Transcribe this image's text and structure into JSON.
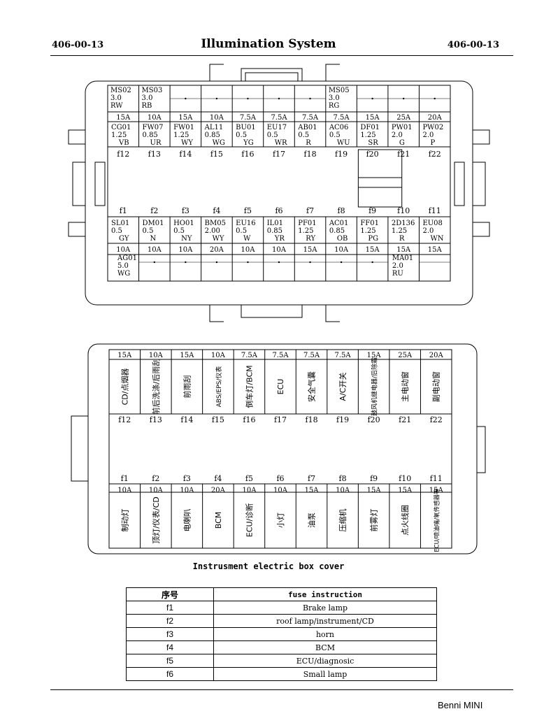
{
  "header": {
    "left_code": "406-00-13",
    "title": "Illumination System",
    "right_code": "406-00-13"
  },
  "diagram1": {
    "top_row_ratings": [
      "15A",
      "10A",
      "15A",
      "10A",
      "7.5A",
      "7.5A",
      "7.5A",
      "7.5A",
      "15A",
      "25A",
      "20A"
    ],
    "top_row_extra": [
      [
        "MS02",
        "3.0",
        "RW"
      ],
      [
        "MS03",
        "3.0",
        "RB"
      ],
      [],
      [],
      [],
      [],
      [],
      [
        "MS05",
        "3.0",
        "RG"
      ],
      [],
      [],
      []
    ],
    "top_wires": [
      [
        "CG01",
        "1.25",
        "VB"
      ],
      [
        "FW07",
        "0.85",
        "UR"
      ],
      [
        "FW01",
        "1.25",
        "WY"
      ],
      [
        "AL11",
        "0.85",
        "WG"
      ],
      [
        "BU01",
        "0.5",
        "YG"
      ],
      [
        "EU17",
        "0.5",
        "WR"
      ],
      [
        "AB01",
        "0.5",
        "R"
      ],
      [
        "AC06",
        "0.5",
        "WU"
      ],
      [
        "DF01",
        "1.25",
        "SR"
      ],
      [
        "PW01",
        "2.0",
        "G"
      ],
      [
        "PW02",
        "2.0",
        "P"
      ]
    ],
    "top_fuses": [
      "f12",
      "f13",
      "f14",
      "f15",
      "f16",
      "f17",
      "f18",
      "f19",
      "f20",
      "f21",
      "f22"
    ],
    "bottom_fuses": [
      "f1",
      "f2",
      "f3",
      "f4",
      "f5",
      "f6",
      "f7",
      "f8",
      "f9",
      "f10",
      "f11"
    ],
    "bottom_wires": [
      [
        "SL01",
        "0.5",
        "GY"
      ],
      [
        "DM01",
        "0.5",
        "N"
      ],
      [
        "HO01",
        "0.5",
        "NY"
      ],
      [
        "BM05",
        "2.00",
        "WY"
      ],
      [
        "EU16",
        "0.5",
        "W"
      ],
      [
        "IL01",
        "0.85",
        "YR"
      ],
      [
        "PF01",
        "1.25",
        "RY"
      ],
      [
        "AC01",
        "0.85",
        "OB"
      ],
      [
        "FF01",
        "1.25",
        "PG"
      ],
      [
        "2D136",
        "1.25",
        "R"
      ],
      [
        "EU08",
        "2.0",
        "WN"
      ]
    ],
    "bottom_row_ratings": [
      "10A",
      "10A",
      "10A",
      "20A",
      "10A",
      "10A",
      "15A",
      "10A",
      "15A",
      "15A",
      "15A"
    ],
    "bottom_extra_left": [
      "AG01",
      "5.0",
      "WG"
    ],
    "bottom_extra_right": [
      "MA01",
      "2.0",
      "RU"
    ]
  },
  "diagram2": {
    "top_ratings": [
      "15A",
      "10A",
      "15A",
      "10A",
      "7.5A",
      "7.5A",
      "7.5A",
      "7.5A",
      "15A",
      "25A",
      "20A"
    ],
    "top_labels": [
      "CD/点烟器",
      "前后洗涤/后雨刮",
      "前雨刮",
      "ABS/EPS/仪表",
      "倒车灯/BCM",
      "ECU",
      "安全气囊",
      "A/C开关",
      "鼓风机继电器/后除霜",
      "主电动窗",
      "副电动窗"
    ],
    "top_fuses": [
      "f12",
      "f13",
      "f14",
      "f15",
      "f16",
      "f17",
      "f18",
      "f19",
      "f20",
      "f21",
      "f22"
    ],
    "bottom_fuses": [
      "f1",
      "f2",
      "f3",
      "f4",
      "f5",
      "f6",
      "f7",
      "f8",
      "f9",
      "f10",
      "f11"
    ],
    "bottom_ratings": [
      "10A",
      "10A",
      "10A",
      "20A",
      "10A",
      "10A",
      "15A",
      "10A",
      "15A",
      "15A",
      "15A"
    ],
    "bottom_labels": [
      "制动灯",
      "顶灯/仪表/CD",
      "电喇叭",
      "BCM",
      "ECU/诊断",
      "小灯",
      "油泵",
      "压缩机",
      "前雾灯",
      "点火线圈",
      "ECU/喷油嘴/氧传感器等"
    ],
    "caption": "Instrusment electric box cover"
  },
  "fuse_table": {
    "headers": [
      "序号",
      "fuse instruction"
    ],
    "rows": [
      {
        "num": "f1",
        "desc": "Brake lamp"
      },
      {
        "num": "f2",
        "desc": "roof lamp/instrument/CD"
      },
      {
        "num": "f3",
        "desc": "horn"
      },
      {
        "num": "f4",
        "desc": "BCM"
      },
      {
        "num": "f5",
        "desc": "ECU/diagnosic"
      },
      {
        "num": "f6",
        "desc": "Small lamp"
      }
    ]
  },
  "footer": {
    "brand": "Benni MINI"
  }
}
